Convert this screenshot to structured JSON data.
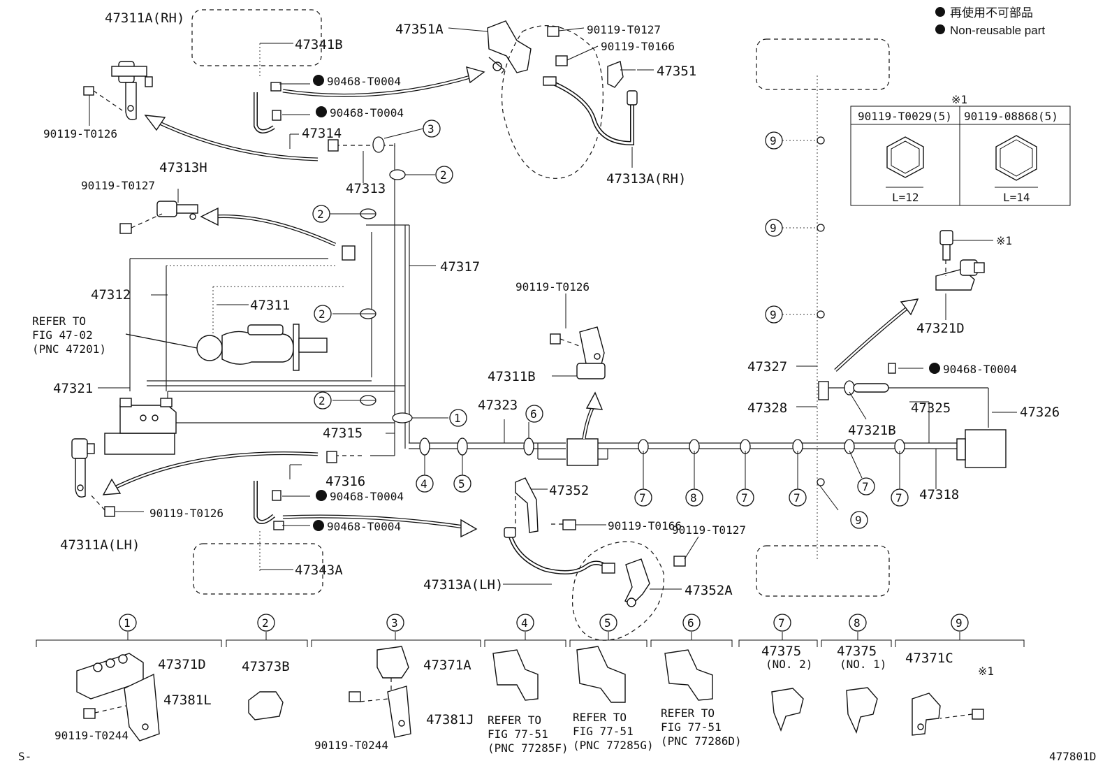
{
  "legend": {
    "jp": "再使用不可部品",
    "en": "Non-reusable part"
  },
  "diagram_code": "477801D",
  "corner_mark": "S-",
  "refer_main": [
    "REFER TO",
    "FIG 47-02",
    "(PNC 47201)"
  ],
  "labels": {
    "p47311A_RH": "47311A(RH)",
    "p47341B": "47341B",
    "p90468_a": "90468-T0004",
    "p90468_b": "90468-T0004",
    "p47314": "47314",
    "p47313": "47313",
    "p90119_T0126_a": "90119-T0126",
    "p47313H": "47313H",
    "p90119_T0127_a": "90119-T0127",
    "p47312": "47312",
    "p47311": "47311",
    "p47317": "47317",
    "p47321": "47321",
    "p47315": "47315",
    "p47316": "47316",
    "p90468_c": "90468-T0004",
    "p90468_d": "90468-T0004",
    "p47343A": "47343A",
    "p47311A_LH": "47311A(LH)",
    "p90119_T0126_b": "90119-T0126",
    "p47351A": "47351A",
    "p90119_T0127_b": "90119-T0127",
    "p90119_T0166_a": "90119-T0166",
    "p47351": "47351",
    "p47313A_RH": "47313A(RH)",
    "p90119_T0126_c": "90119-T0126",
    "p47311B": "47311B",
    "p47323": "47323",
    "p47352": "47352",
    "p90119_T0166_b": "90119-T0166",
    "p90119_T0127_c": "90119-T0127",
    "p47313A_LH": "47313A(LH)",
    "p47352A": "47352A",
    "p47327": "47327",
    "p47328": "47328",
    "p47321B": "47321B",
    "p47325": "47325",
    "p47326": "47326",
    "p47318": "47318",
    "p47321D": "47321D",
    "p90468_e": "90468-T0004",
    "note1_mark": "※1"
  },
  "bolt_table": {
    "note": "※1",
    "columns": [
      {
        "part": "90119-T0029(5)",
        "length": "L=12"
      },
      {
        "part": "90119-08868(5)",
        "length": "L=14"
      }
    ]
  },
  "clamp_groups": [
    {
      "num": "1",
      "parts": [
        "47371D",
        "47381L",
        "90119-T0244"
      ]
    },
    {
      "num": "2",
      "parts": [
        "47373B"
      ]
    },
    {
      "num": "3",
      "parts": [
        "47371A",
        "47381J",
        "90119-T0244"
      ]
    },
    {
      "num": "4",
      "refer": [
        "REFER TO",
        "FIG 77-51",
        "(PNC 77285F)"
      ]
    },
    {
      "num": "5",
      "refer": [
        "REFER TO",
        "FIG 77-51",
        "(PNC 77285G)"
      ]
    },
    {
      "num": "6",
      "refer": [
        "REFER TO",
        "FIG 77-51",
        "(PNC 77286D)"
      ]
    },
    {
      "num": "7",
      "parts": [
        "47375",
        "(NO. 2)"
      ]
    },
    {
      "num": "8",
      "parts": [
        "47375",
        "(NO. 1)"
      ]
    },
    {
      "num": "9",
      "parts": [
        "47371C",
        "※1"
      ]
    }
  ],
  "callouts": {
    "c1": "1",
    "c2": "2",
    "c3": "3",
    "c4": "4",
    "c5": "5",
    "c6": "6",
    "c7": "7",
    "c8": "8",
    "c9": "9"
  }
}
